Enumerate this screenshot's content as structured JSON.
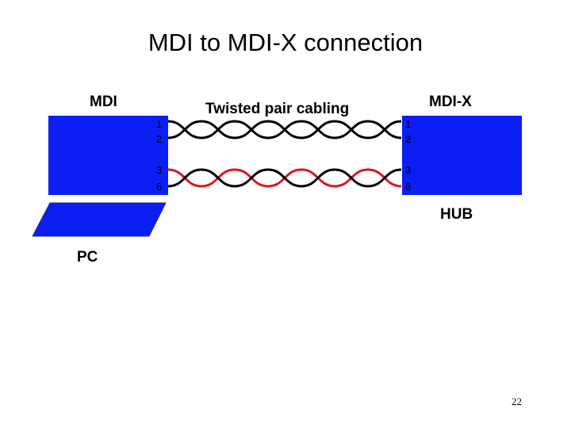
{
  "title": "MDI to MDI-X connection",
  "labels": {
    "mdi": "MDI",
    "mdix": "MDI-X",
    "cabling": "Twisted pair cabling",
    "hub": "HUB",
    "pc": "PC"
  },
  "pins": {
    "left": [
      "1",
      "2",
      "3",
      "6"
    ],
    "right": [
      "1",
      "2",
      "3",
      "6"
    ]
  },
  "page_number": "22",
  "colors": {
    "device": "#0b1ff2",
    "wire_black": "#000000",
    "wire_red": "#d9191c"
  }
}
